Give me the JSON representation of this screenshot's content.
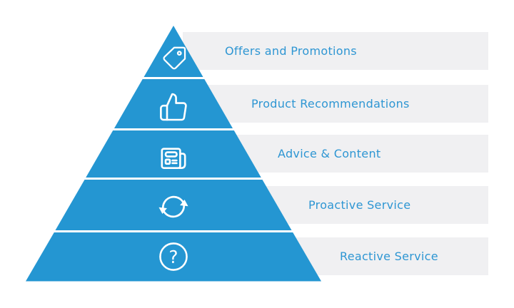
{
  "diagram": {
    "type": "pyramid",
    "colors": {
      "pyramid_blue": "#2496d2",
      "label_blue": "#2e96d3",
      "bar_gray": "#f0f0f2",
      "icon_white": "#ffffff",
      "background": "#ffffff"
    },
    "levels": [
      {
        "rank": 1,
        "label": "Offers and Promotions",
        "icon": "tag-icon"
      },
      {
        "rank": 2,
        "label": "Product Recommendations",
        "icon": "thumbs-up-icon"
      },
      {
        "rank": 3,
        "label": "Advice & Content",
        "icon": "newspaper-icon"
      },
      {
        "rank": 4,
        "label": "Proactive Service",
        "icon": "sync-icon"
      },
      {
        "rank": 5,
        "label": "Reactive Service",
        "icon": "question-icon"
      }
    ],
    "icons": {
      "question_glyph": "?"
    }
  }
}
